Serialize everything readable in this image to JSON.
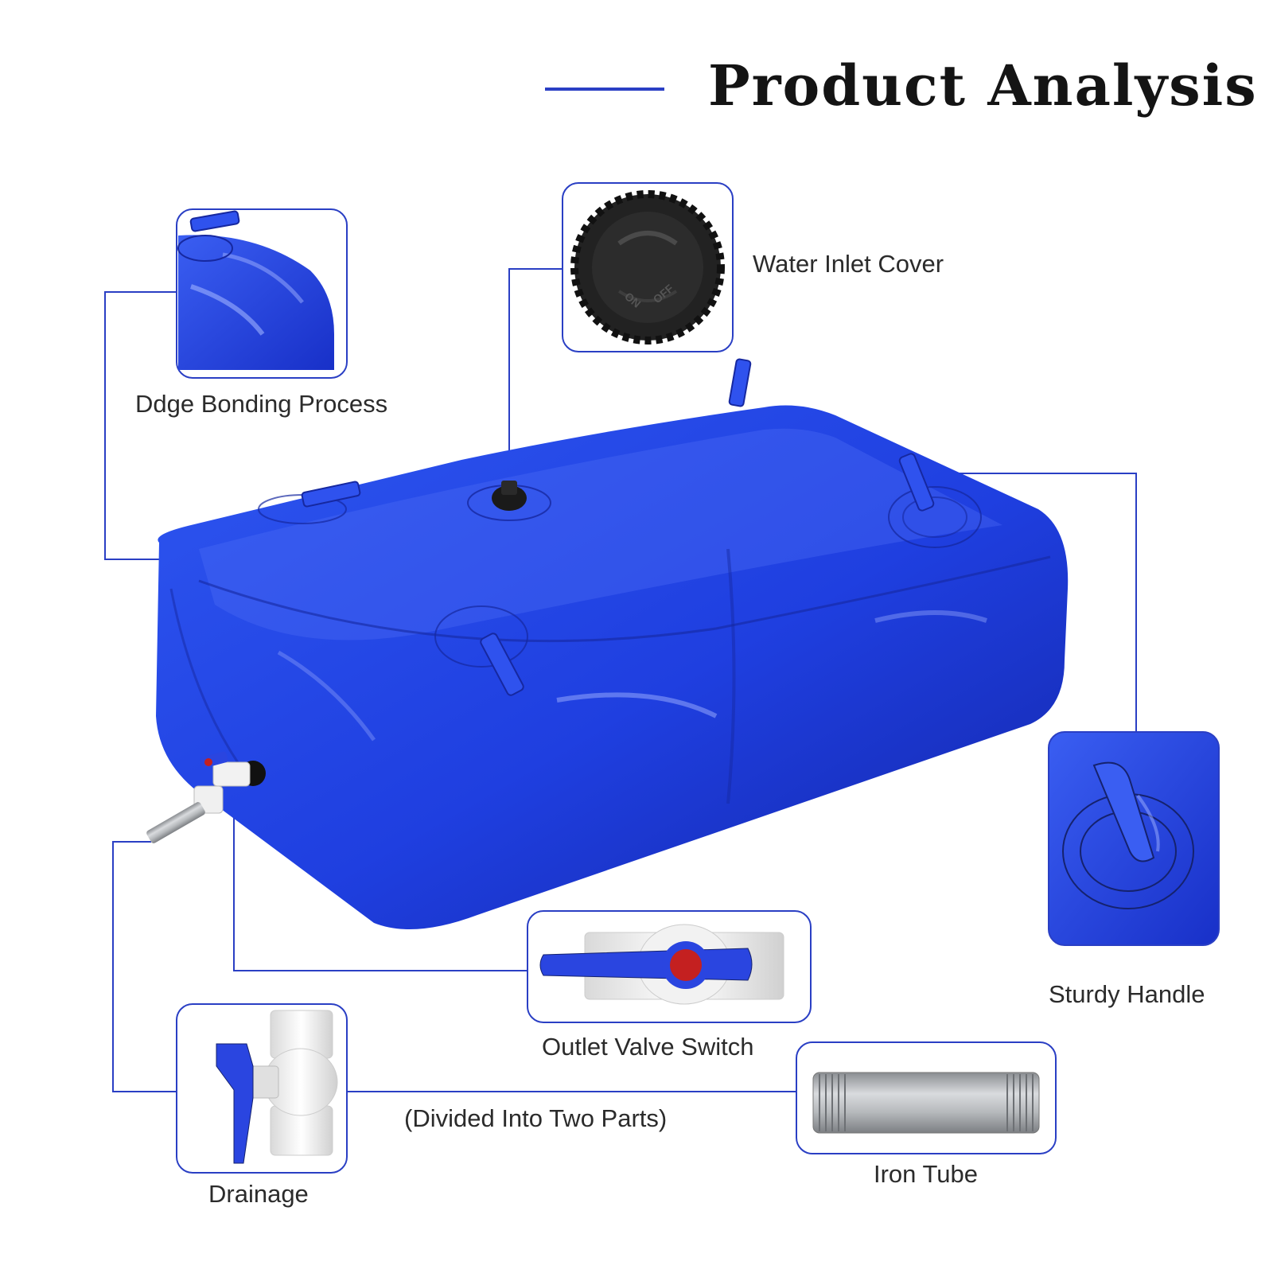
{
  "header": {
    "title": "Product Analysis"
  },
  "labels": {
    "edge_bonding": "Ddge Bonding Process",
    "water_inlet": "Water Inlet Cover",
    "sturdy_handle": "Sturdy Handle",
    "outlet_valve": "Outlet Valve Switch",
    "drainage": "Drainage",
    "divided_note": "(Divided Into Two Parts)",
    "iron_tube": "Iron Tube"
  },
  "cap_text": {
    "on": "ON",
    "off": "OFF"
  },
  "colors": {
    "accent_line": "#2a3fc4",
    "tank_blue": "#1f3fe0",
    "tank_dark": "#1325a8",
    "cap_black": "#222222",
    "valve_white": "#eeeeee",
    "valve_red": "#c42020",
    "steel": "#a6a9ad"
  }
}
